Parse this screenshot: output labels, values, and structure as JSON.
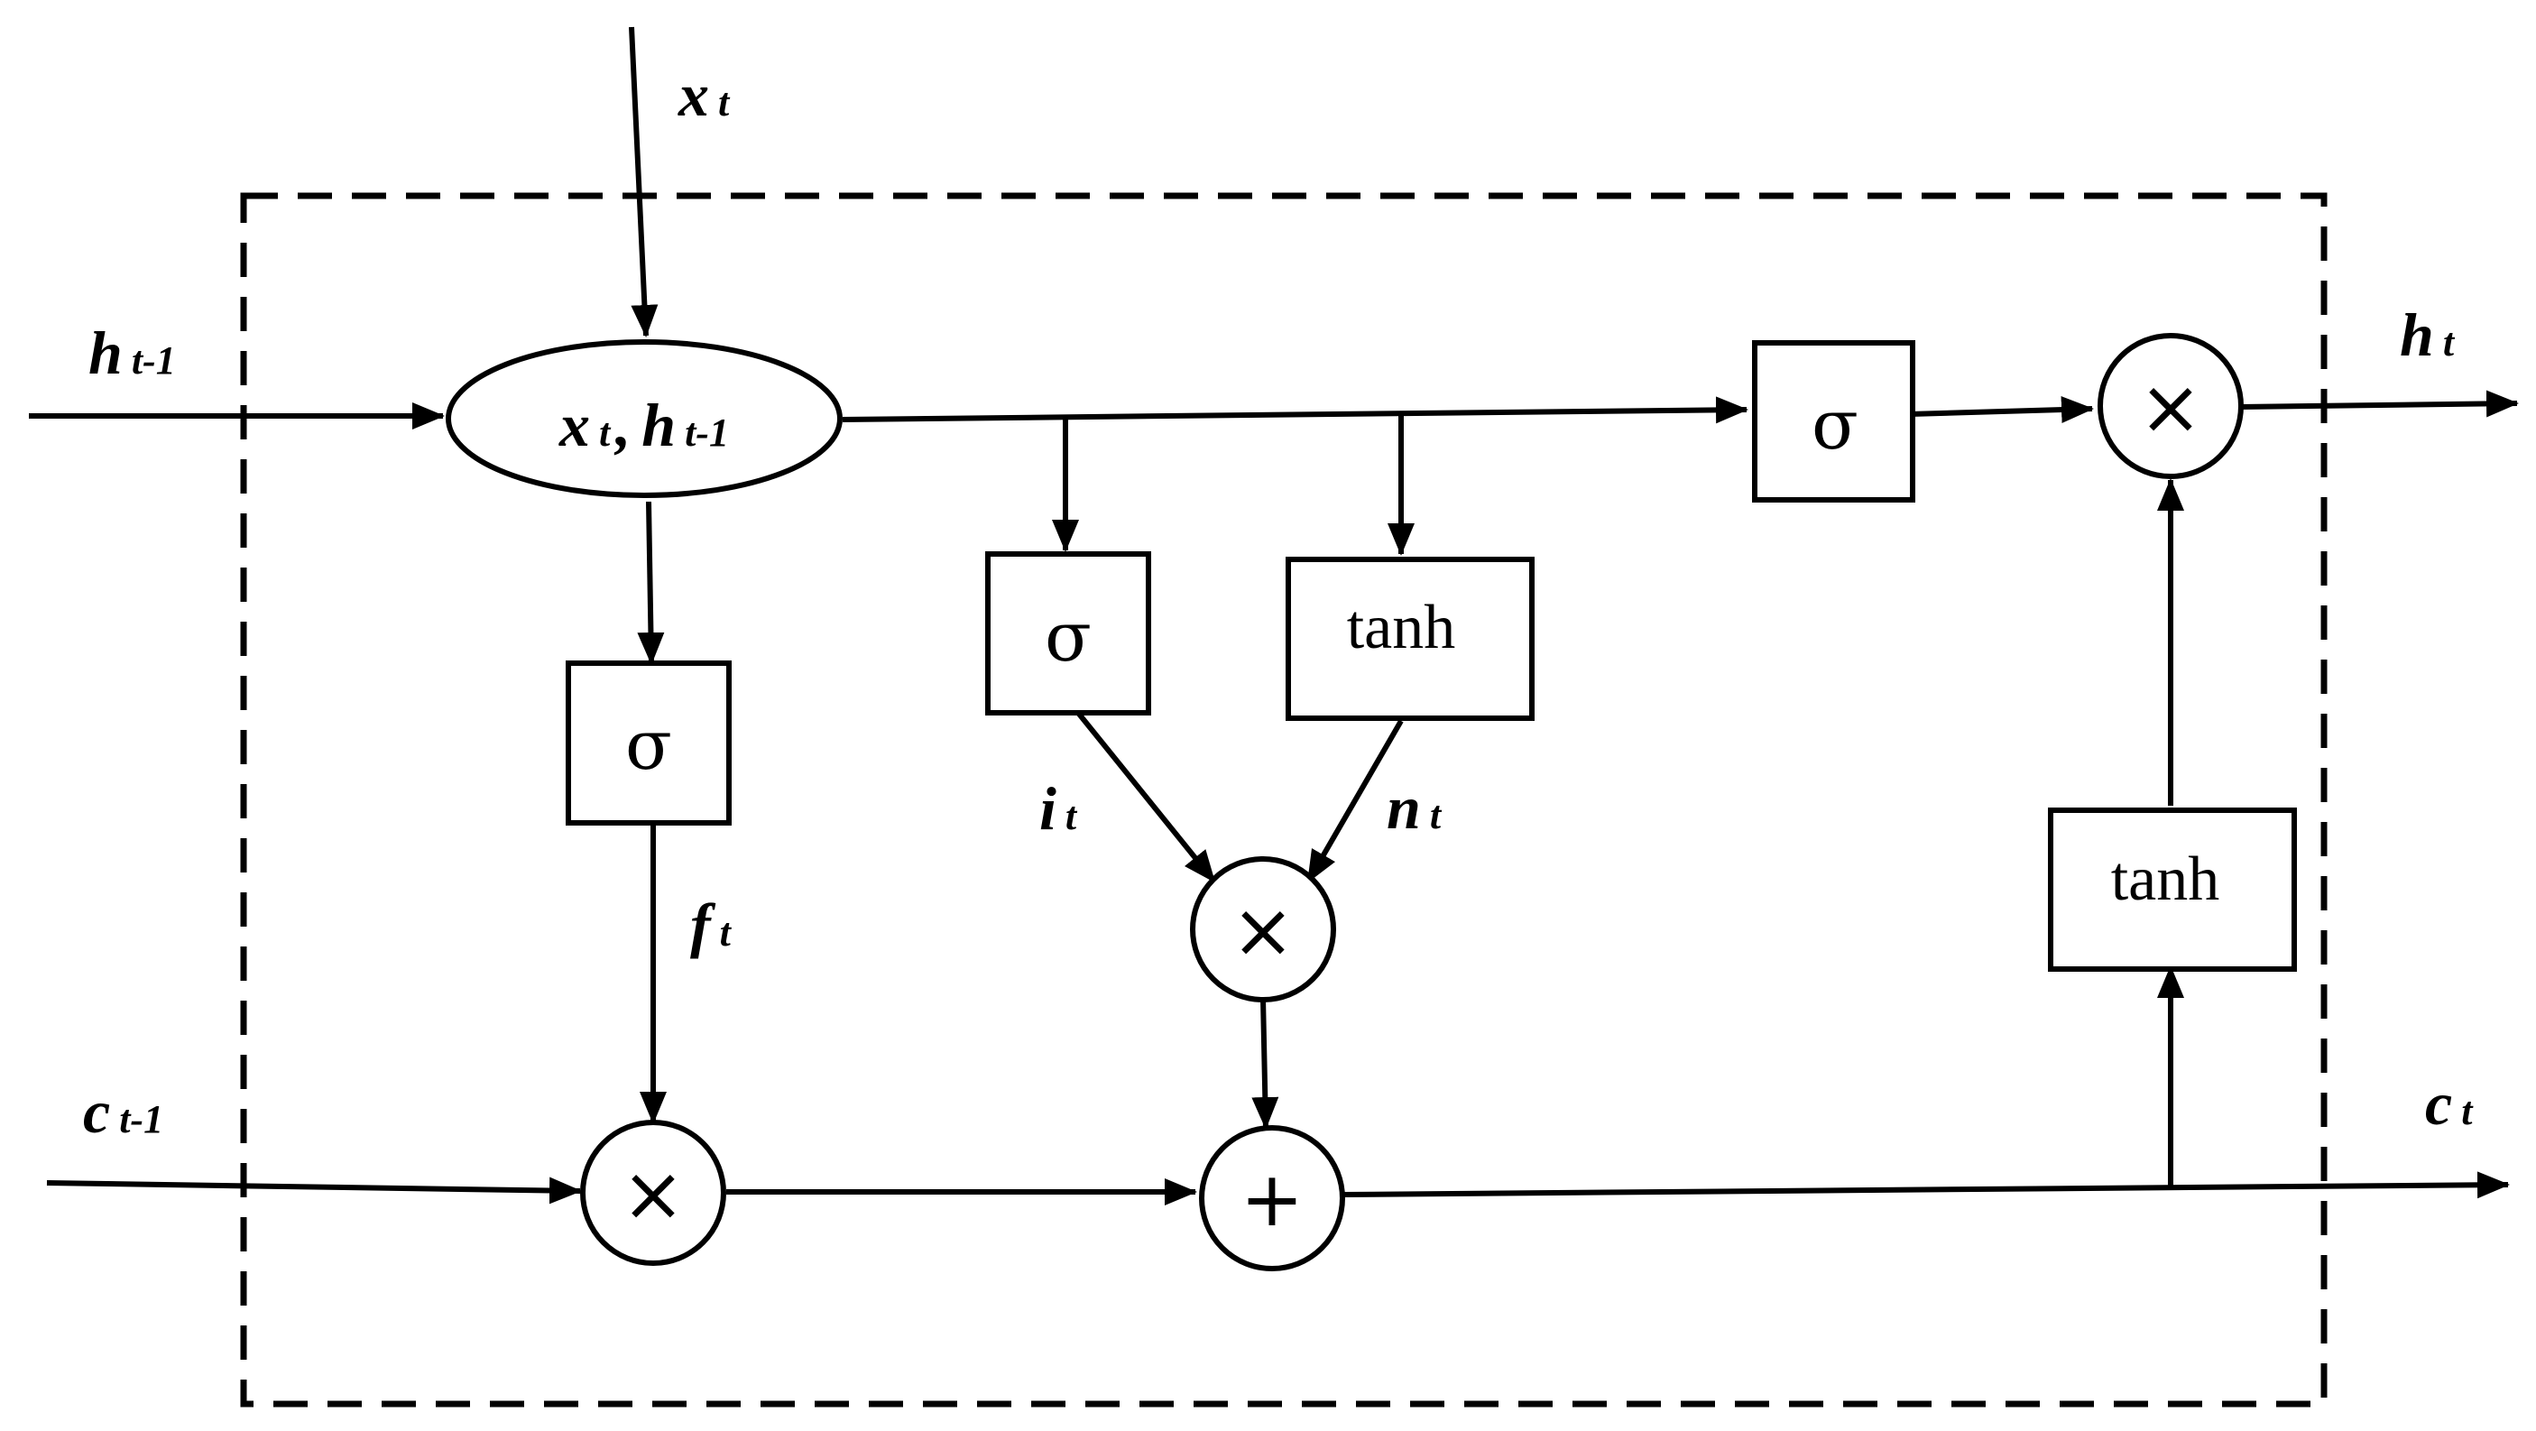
{
  "diagram": {
    "inputs": {
      "x": {
        "main": "x",
        "sub": "t"
      },
      "h_prev": {
        "main": "h",
        "sub": "t-1"
      },
      "c_prev": {
        "main": "c",
        "sub": "t-1"
      }
    },
    "outputs": {
      "h": {
        "main": "h",
        "sub": "t"
      },
      "c": {
        "main": "c",
        "sub": "t"
      }
    },
    "concat_node": {
      "x_main": "x",
      "x_sub": "t",
      "separator": ",",
      "h_main": "h",
      "h_sub": "t-1"
    },
    "gates": {
      "forget_sigma": "σ",
      "input_sigma": "σ",
      "candidate_tanh": "tanh",
      "output_sigma": "σ",
      "cell_tanh": "tanh"
    },
    "gate_labels": {
      "f": {
        "main": "f",
        "sub": "t"
      },
      "i": {
        "main": "i",
        "sub": "t"
      },
      "n": {
        "main": "n",
        "sub": "t"
      }
    },
    "operators": {
      "multiply": "×",
      "add": "+"
    }
  }
}
